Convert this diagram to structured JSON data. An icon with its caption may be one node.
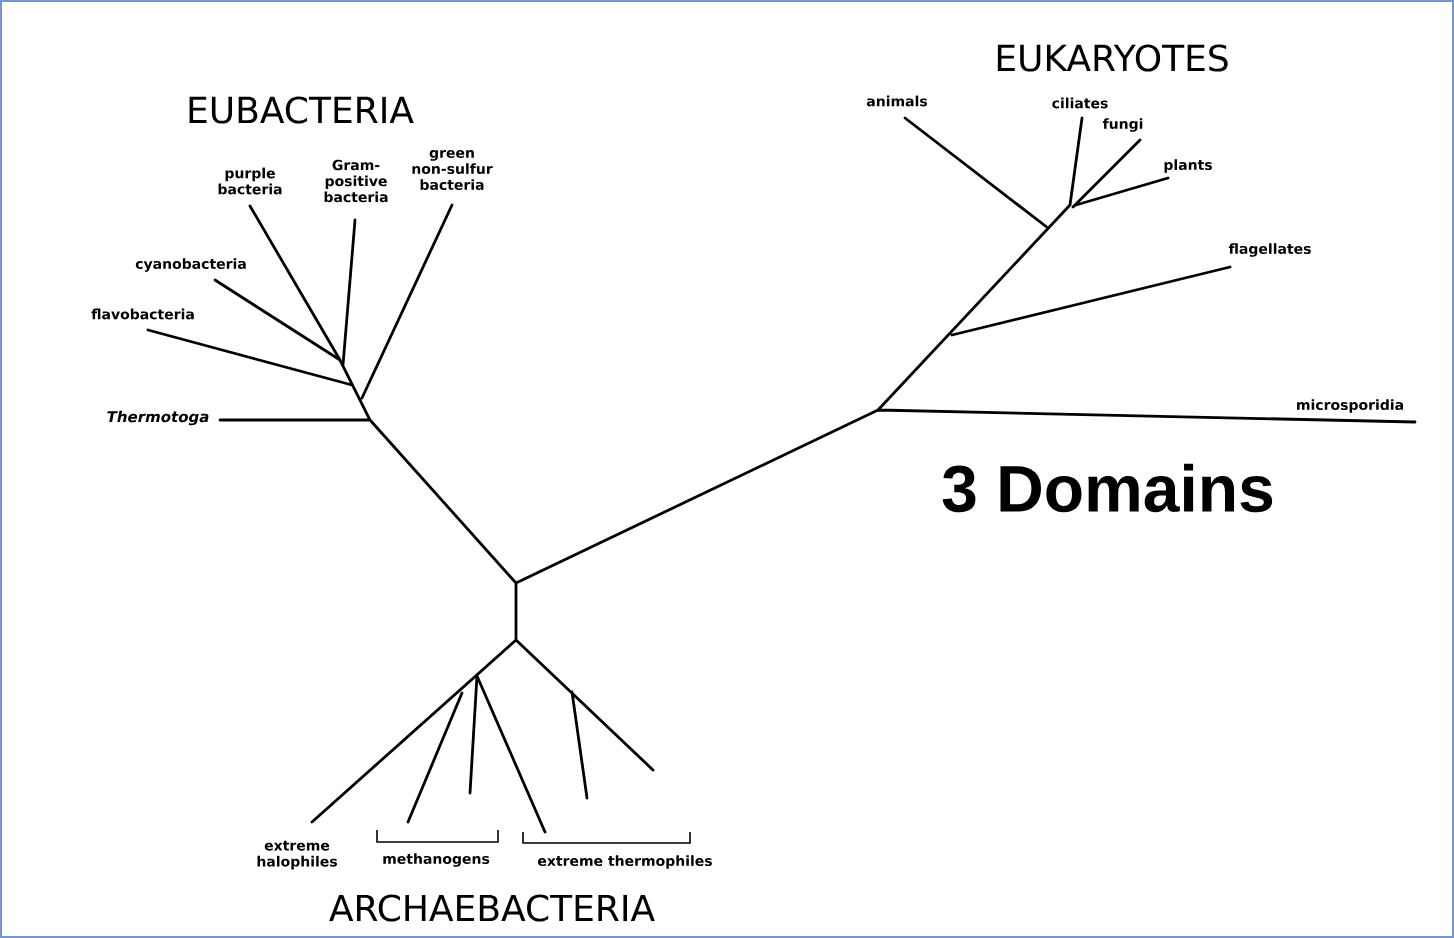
{
  "diagram": {
    "title": "3 Domains",
    "labels": [
      "EUKARYOTES",
      "EUBACTERIA",
      "animals",
      "ciliates",
      "fungi",
      "plants",
      "green non-sulfur bacteria",
      "Gram- positive bacteria",
      "purple bacteria",
      "flagellates",
      "cyanobacteria",
      "flavobacteria",
      "microsporidia",
      "Thermotoga",
      "extreme halophiles",
      "methanogens",
      "extreme thermophiles",
      "ARCHAEBACTERIA"
    ]
  }
}
